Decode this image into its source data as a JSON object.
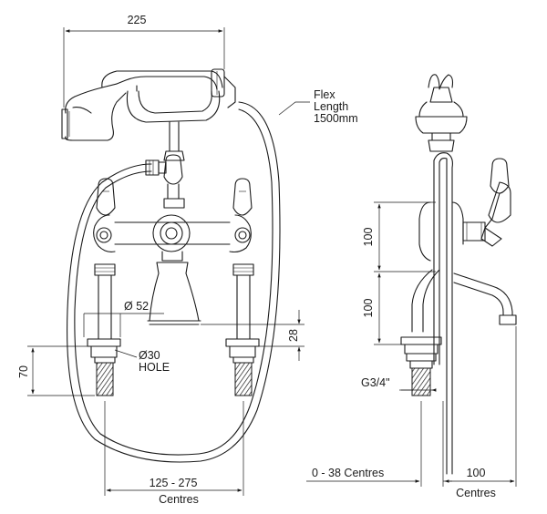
{
  "labels": {
    "width_top": "225",
    "flex_line1": "Flex",
    "flex_line2": "Length",
    "flex_line3": "1500mm",
    "dia52": "Ø 52",
    "dia30": "Ø30",
    "hole": "HOLE",
    "h28": "28",
    "h70": "70",
    "h100_upper": "100",
    "h100_lower": "100",
    "thread": "G3/4\"",
    "centres_range": "125 - 275",
    "centres_left": "Centres",
    "offset_range": "0 - 38  Centres",
    "spout_reach": "100",
    "centres_right": "Centres"
  }
}
